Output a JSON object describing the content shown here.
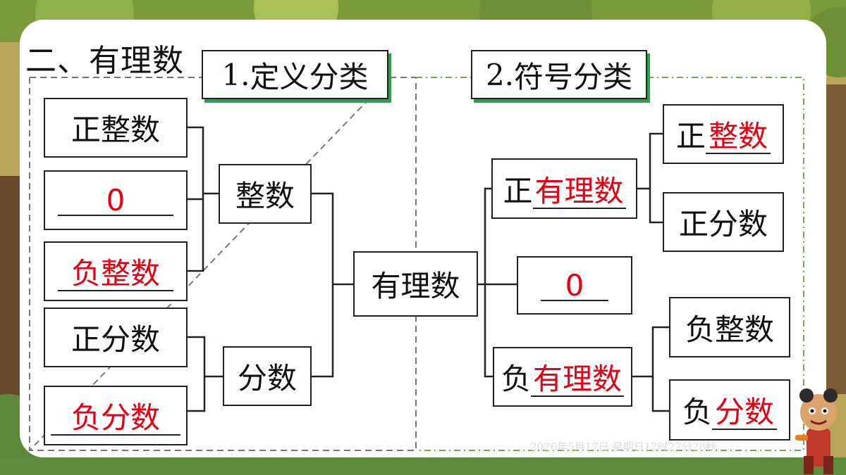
{
  "title": "二、有理数",
  "section1": {
    "num": "1.",
    "label": "定义分类"
  },
  "section2": {
    "num": "2.",
    "label": "符号分类"
  },
  "left": {
    "pos_int": "正整数",
    "zero": "0",
    "neg_int": "负整数",
    "pos_frac": "正分数",
    "neg_frac": "负分数",
    "integers": "整数",
    "fractions": "分数"
  },
  "center": "有理数",
  "right": {
    "pos_prefix": "正",
    "pos_fill": "有理数",
    "zero": "0",
    "neg_prefix": "负",
    "neg_fill": "有理数",
    "pos_int_prefix": "正",
    "pos_int_fill": "整数",
    "pos_frac": "正分数",
    "neg_int": "负整数",
    "neg_frac_prefix": "负",
    "neg_frac_fill": "分数"
  },
  "datestamp": "2026年5月17日 星期日12时27分28秒",
  "colors": {
    "answer": "#e60012",
    "underline_bar": "#2aa146",
    "panel": "#ffffff"
  }
}
